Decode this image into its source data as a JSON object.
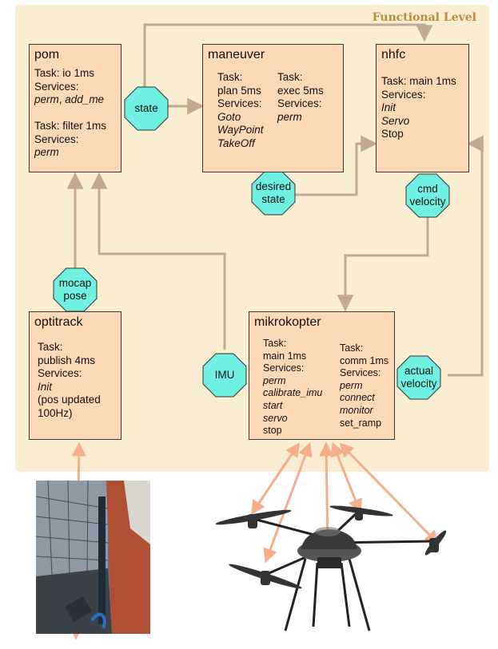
{
  "diagram": {
    "level_label": "Functional Level",
    "modules": {
      "pom": {
        "name": "pom",
        "lines": [
          {
            "text": "Task: io 1ms"
          },
          {
            "text": "Services:"
          },
          {
            "parts": [
              {
                "text": "perm",
                "italic": true
              },
              {
                "text": ", ",
                "italic": false
              },
              {
                "text": "add_me",
                "italic": true
              }
            ]
          },
          {
            "text": ""
          },
          {
            "text": "Task: filter 1ms"
          },
          {
            "text": "Services:"
          },
          {
            "text": "perm",
            "italic": true
          }
        ]
      },
      "maneuver": {
        "name": "maneuver",
        "col1": [
          {
            "text": "Task:"
          },
          {
            "text": "plan 5ms"
          },
          {
            "text": "Services:"
          },
          {
            "text": "Goto",
            "italic": true
          },
          {
            "text": "WayPoint",
            "italic": true
          },
          {
            "text": "TakeOff",
            "italic": true
          }
        ],
        "col2": [
          {
            "text": "Task:"
          },
          {
            "text": "exec 5ms"
          },
          {
            "text": "Services:"
          },
          {
            "text": "perm",
            "italic": true
          }
        ]
      },
      "nhfc": {
        "name": "nhfc",
        "lines": [
          {
            "text": "Task: main 1ms"
          },
          {
            "text": "Services:"
          },
          {
            "text": "Init",
            "italic": true
          },
          {
            "text": "Servo",
            "italic": true
          },
          {
            "text": "Stop"
          }
        ]
      },
      "optitrack": {
        "name": "optitrack",
        "lines": [
          {
            "text": "Task:"
          },
          {
            "text": "publish 4ms"
          },
          {
            "text": "Services:"
          },
          {
            "text": "Init",
            "italic": true
          },
          {
            "text": "(pos updated"
          },
          {
            "text": "100Hz)"
          }
        ]
      },
      "mikrokopter": {
        "name": "mikrokopter",
        "col1": [
          {
            "text": "Task:"
          },
          {
            "text": "main 1ms"
          },
          {
            "text": "Services:"
          },
          {
            "text": "perm",
            "italic": true
          },
          {
            "text": "calibrate_imu",
            "italic": true
          },
          {
            "text": "start",
            "italic": true
          },
          {
            "text": "servo",
            "italic": true
          },
          {
            "text": "stop"
          }
        ],
        "col2": [
          {
            "text": "Task:"
          },
          {
            "text": "comm 1ms"
          },
          {
            "text": "Services:"
          },
          {
            "text": "perm",
            "italic": true
          },
          {
            "text": "connect",
            "italic": true
          },
          {
            "text": "monitor",
            "italic": true
          },
          {
            "text": "set_ramp"
          }
        ]
      }
    },
    "ports": {
      "state": [
        "state"
      ],
      "desired_state": [
        "desired",
        "state"
      ],
      "cmd_velocity": [
        "cmd",
        "velocity"
      ],
      "mocap_pose": [
        "mocap",
        "pose"
      ],
      "imu": [
        "IMU"
      ],
      "actual_velocity": [
        "actual",
        "velocity"
      ]
    },
    "colors": {
      "panel": "#fbedd2",
      "module_fill": "#fcd9b6",
      "port_fill": "#6ff0e0",
      "connector": "#c2a993",
      "hardware_link": "#f6ad8a",
      "level_label": "#b9893d"
    }
  }
}
